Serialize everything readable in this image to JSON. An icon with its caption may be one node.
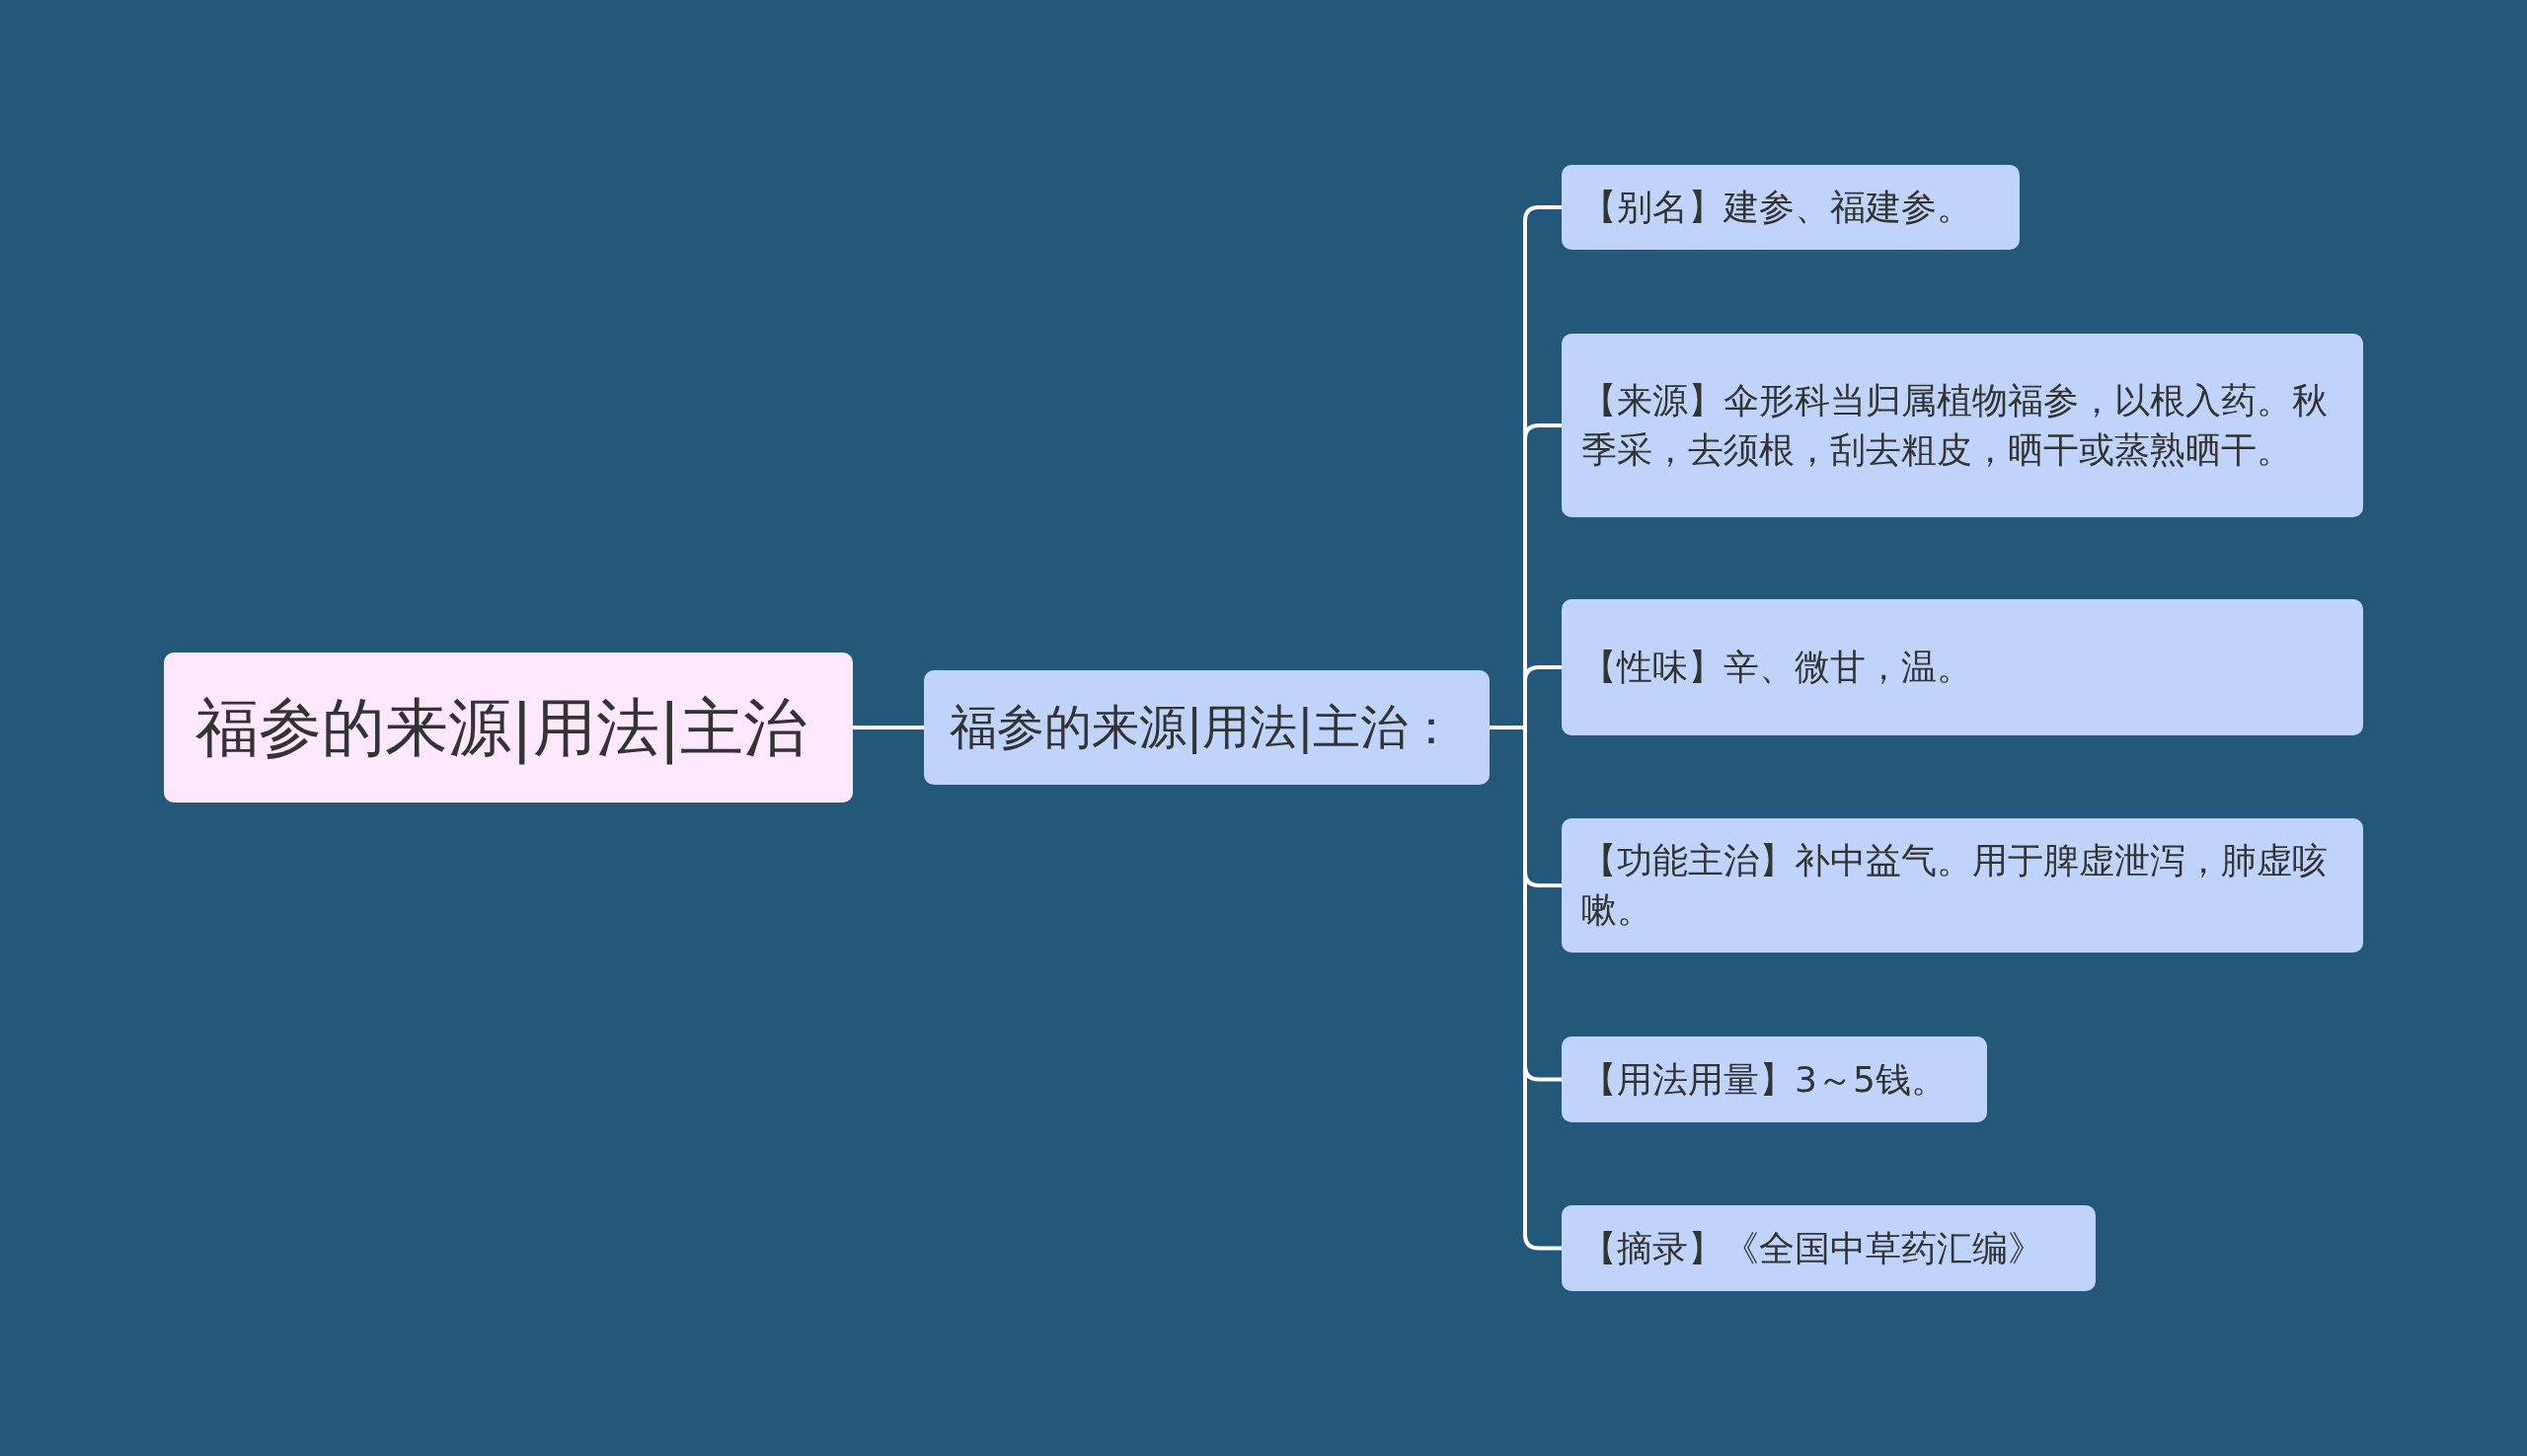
{
  "diagram": {
    "nodes": [
      {
        "text": [
          "福参的来源|用法|主治"
        ]
      },
      {
        "text": [
          "福参的来源|用法|主治："
        ]
      },
      {
        "text": [
          "【别名】建参、福建参。"
        ]
      },
      {
        "text": [
          "【来源】伞形科当归属植物福参，以根入药。秋季采，去须根，刮去粗皮，晒干或蒸熟晒干。"
        ]
      },
      {
        "text": [
          "【性味】辛、微甘，温。"
        ]
      },
      {
        "text": [
          "【功能主治】补中益气。用于脾虚泄泻，肺虚咳嗽。"
        ]
      },
      {
        "text": [
          "【用法用量】3～5钱。"
        ]
      },
      {
        "text": [
          "【摘录】《全国中草药汇编》"
        ]
      }
    ],
    "edges": [
      {
        "from": 0,
        "to": 1,
        "arrow": "none"
      },
      {
        "from": 1,
        "to": 2,
        "arrow": "none"
      },
      {
        "from": 1,
        "to": 3,
        "arrow": "none"
      },
      {
        "from": 1,
        "to": 4,
        "arrow": "none"
      },
      {
        "from": 1,
        "to": 5,
        "arrow": "none"
      },
      {
        "from": 1,
        "to": 6,
        "arrow": "none"
      },
      {
        "from": 1,
        "to": 7,
        "arrow": "none"
      }
    ]
  }
}
